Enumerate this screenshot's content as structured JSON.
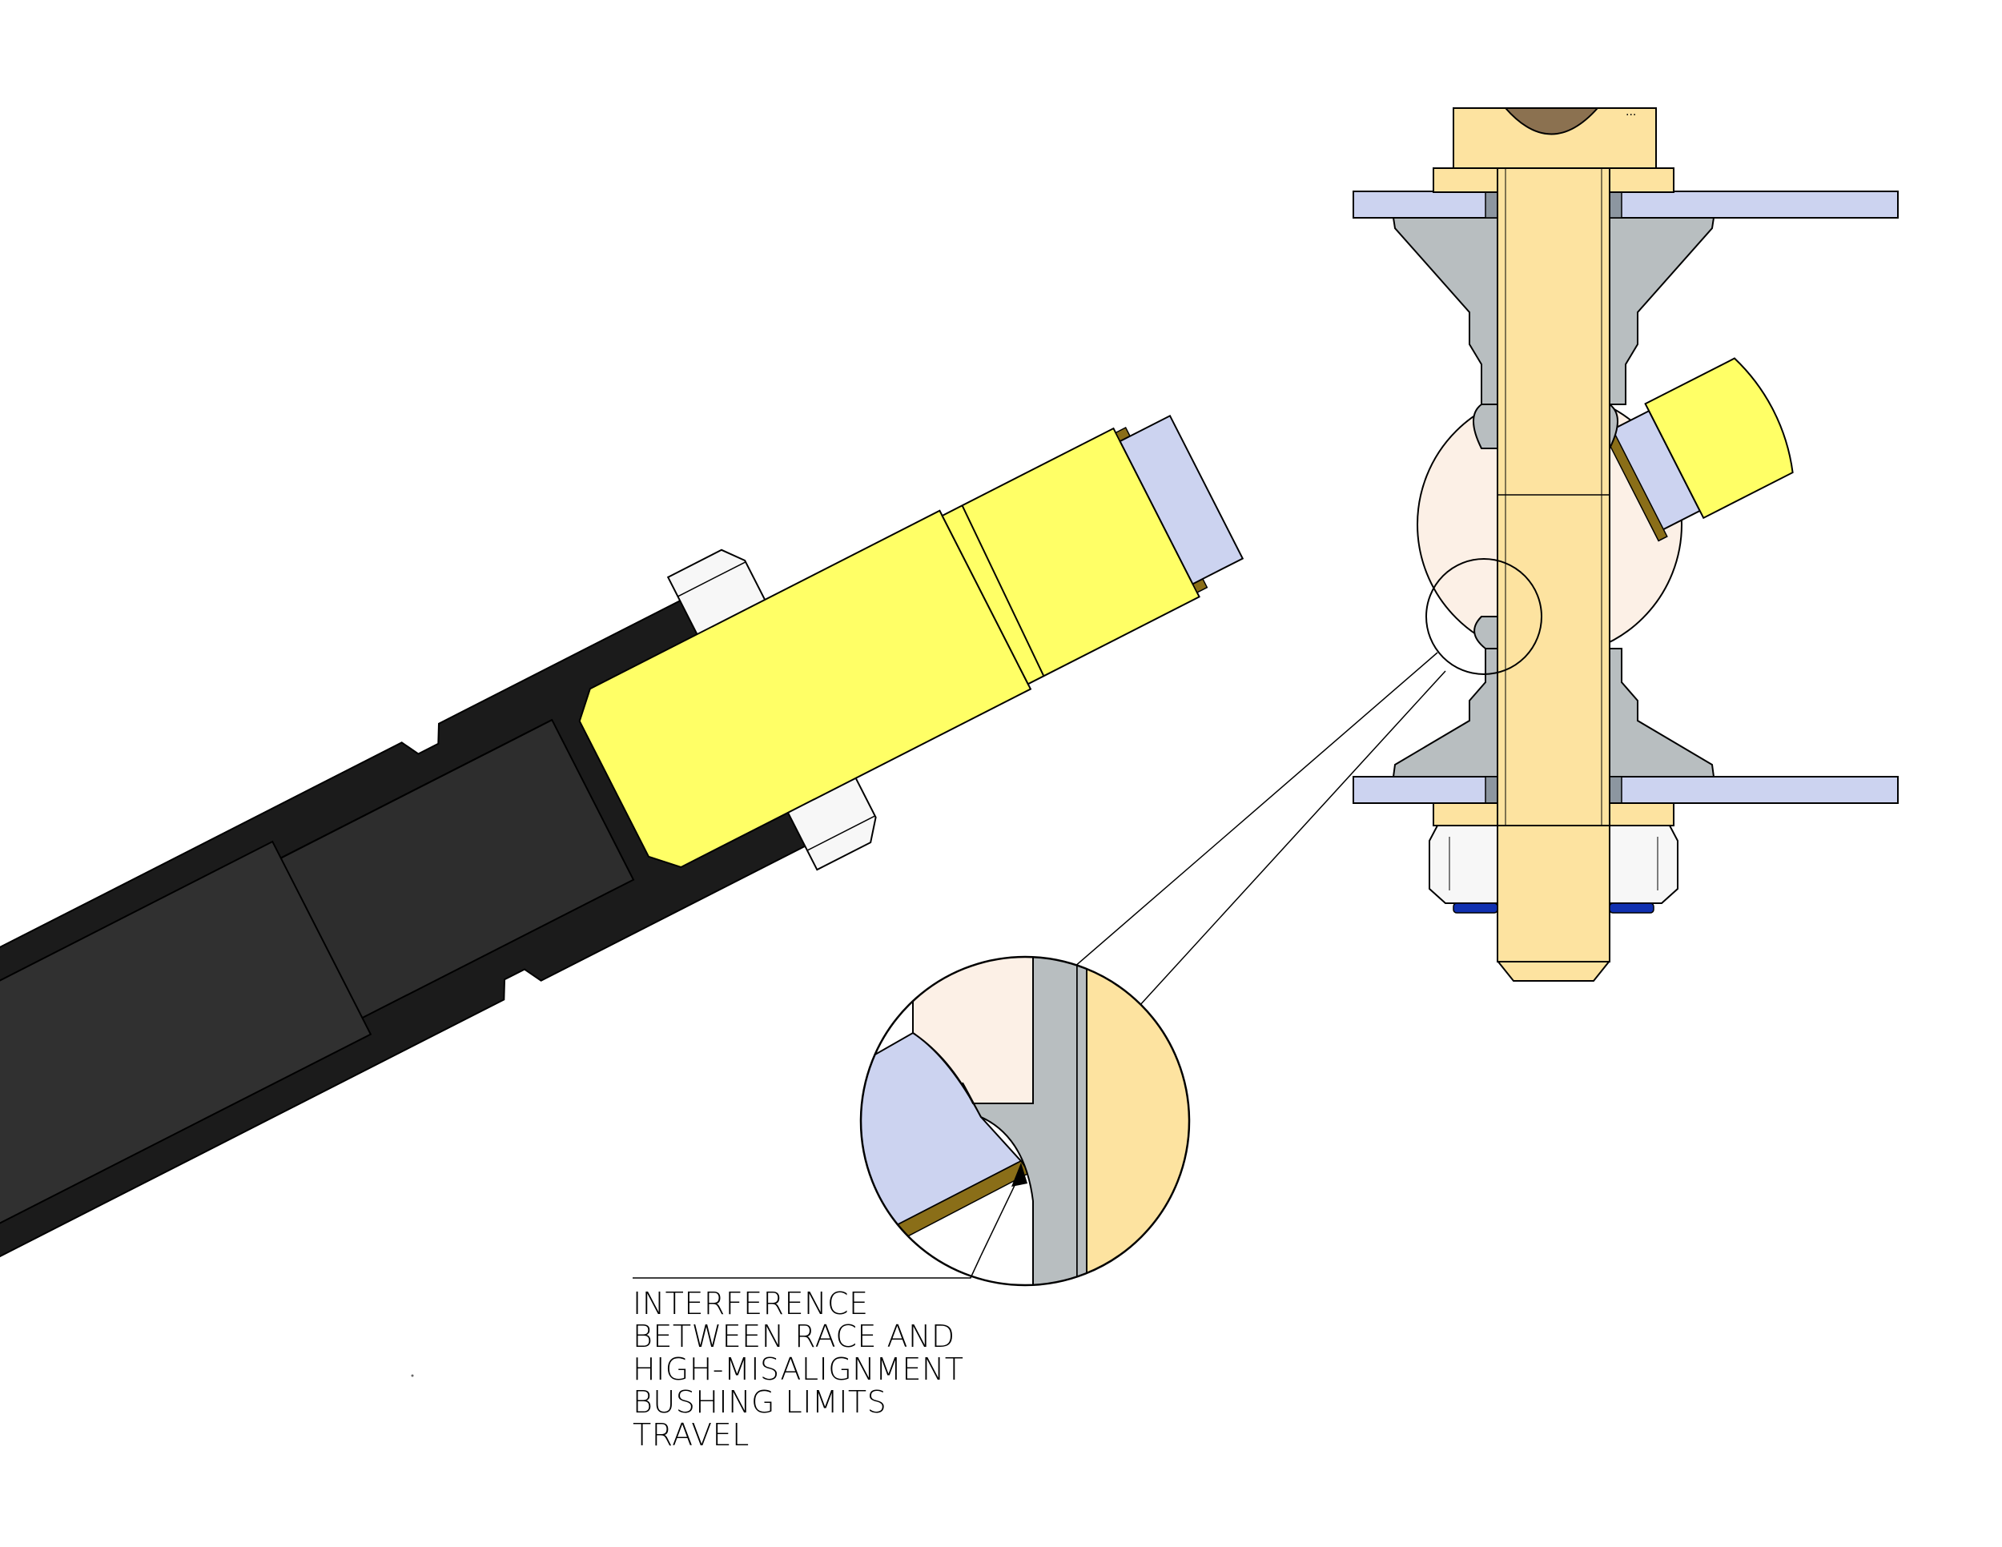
{
  "callout": {
    "lines": [
      "INTERFERENCE",
      "BETWEEN RACE AND",
      "HIGH-MISALIGNMENT",
      "BUSHING LIMITS",
      "TRAVEL"
    ]
  },
  "colors": {
    "rod_black": "#1a1a1a",
    "rod_highlight": "#4a4a4a",
    "yellow_stud": "#ffff66",
    "bolt_tan": "#fde3a0",
    "race_gray": "#b8bec0",
    "washer_lavender": "#ccd3f0",
    "ball_cream": "#fcf0e6",
    "gold_liner": "#8a6e18",
    "nut_white": "#f7f7f7",
    "blue_clip": "#1030b0"
  }
}
